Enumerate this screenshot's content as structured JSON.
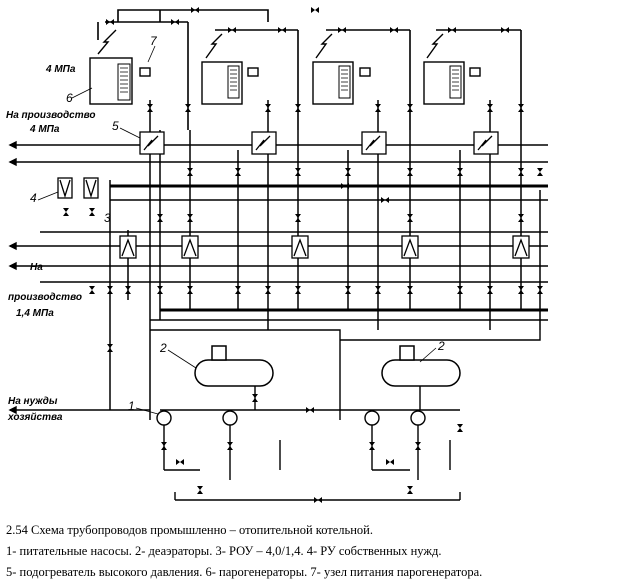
{
  "labels": {
    "pressure_high": "4 МПа",
    "pressure_high_2": "4 МПа",
    "pressure_low": "1,4 МПа",
    "to_production_1": "На производство",
    "to_production_2a": "На",
    "to_production_2b": "производство",
    "to_own_needs_a": "На нужды",
    "to_own_needs_b": "хозяйства"
  },
  "numbers": [
    "1",
    "2",
    "2",
    "3",
    "4",
    "5",
    "6",
    "7"
  ],
  "caption": {
    "line1": "2.54  Схема трубопроводов промышленно – отопительной котельной.",
    "line2": "1- питательные насосы. 2- деаэраторы. 3- РОУ – 4,0/1,4.  4- РУ собственных нужд.",
    "line3": "5- подогреватель высокого давления. 6- парогенераторы. 7- узел питания парогенератора."
  }
}
